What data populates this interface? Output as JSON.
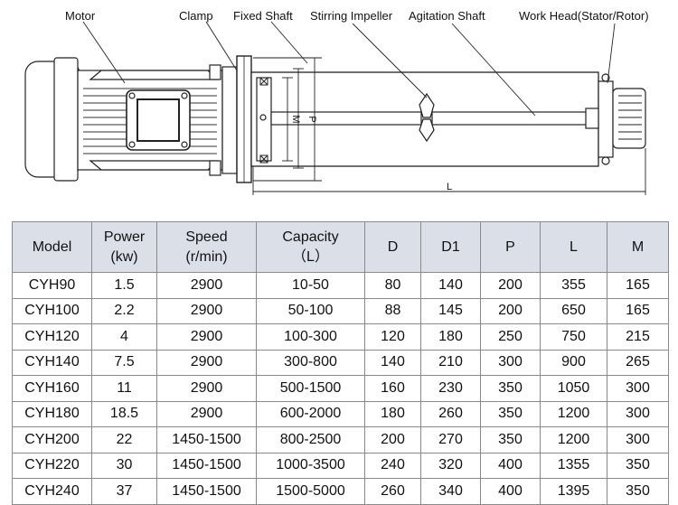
{
  "diagram": {
    "labels": {
      "motor": "Motor",
      "clamp": "Clamp",
      "fixed_shaft": "Fixed Shaft",
      "stirring_impeller": "Stirring Impeller",
      "agitation_shaft": "Agitation Shaft",
      "work_head": "Work Head(Stator/Rotor)"
    },
    "dims": {
      "m": "M",
      "p": "P",
      "l": "L"
    }
  },
  "table": {
    "headers": [
      {
        "line1": "Model",
        "line2": ""
      },
      {
        "line1": "Power",
        "line2": "(kw)"
      },
      {
        "line1": "Speed",
        "line2": "(r/min)"
      },
      {
        "line1": "Capacity",
        "line2": "（L）"
      },
      {
        "line1": "D",
        "line2": ""
      },
      {
        "line1": "D1",
        "line2": ""
      },
      {
        "line1": "P",
        "line2": ""
      },
      {
        "line1": "L",
        "line2": ""
      },
      {
        "line1": "M",
        "line2": ""
      }
    ],
    "rows": [
      [
        "CYH90",
        "1.5",
        "2900",
        "10-50",
        "80",
        "140",
        "200",
        "355",
        "165"
      ],
      [
        "CYH100",
        "2.2",
        "2900",
        "50-100",
        "88",
        "145",
        "200",
        "650",
        "165"
      ],
      [
        "CYH120",
        "4",
        "2900",
        "100-300",
        "120",
        "180",
        "250",
        "750",
        "215"
      ],
      [
        "CYH140",
        "7.5",
        "2900",
        "300-800",
        "140",
        "210",
        "300",
        "900",
        "265"
      ],
      [
        "CYH160",
        "11",
        "2900",
        "500-1500",
        "160",
        "230",
        "350",
        "1050",
        "300"
      ],
      [
        "CYH180",
        "18.5",
        "2900",
        "600-2000",
        "180",
        "260",
        "350",
        "1200",
        "300"
      ],
      [
        "CYH200",
        "22",
        "1450-1500",
        "800-2500",
        "200",
        "270",
        "350",
        "1200",
        "300"
      ],
      [
        "CYH220",
        "30",
        "1450-1500",
        "1000-3500",
        "240",
        "320",
        "400",
        "1355",
        "350"
      ],
      [
        "CYH240",
        "37",
        "1450-1500",
        "1500-5000",
        "260",
        "340",
        "400",
        "1395",
        "350"
      ]
    ]
  }
}
